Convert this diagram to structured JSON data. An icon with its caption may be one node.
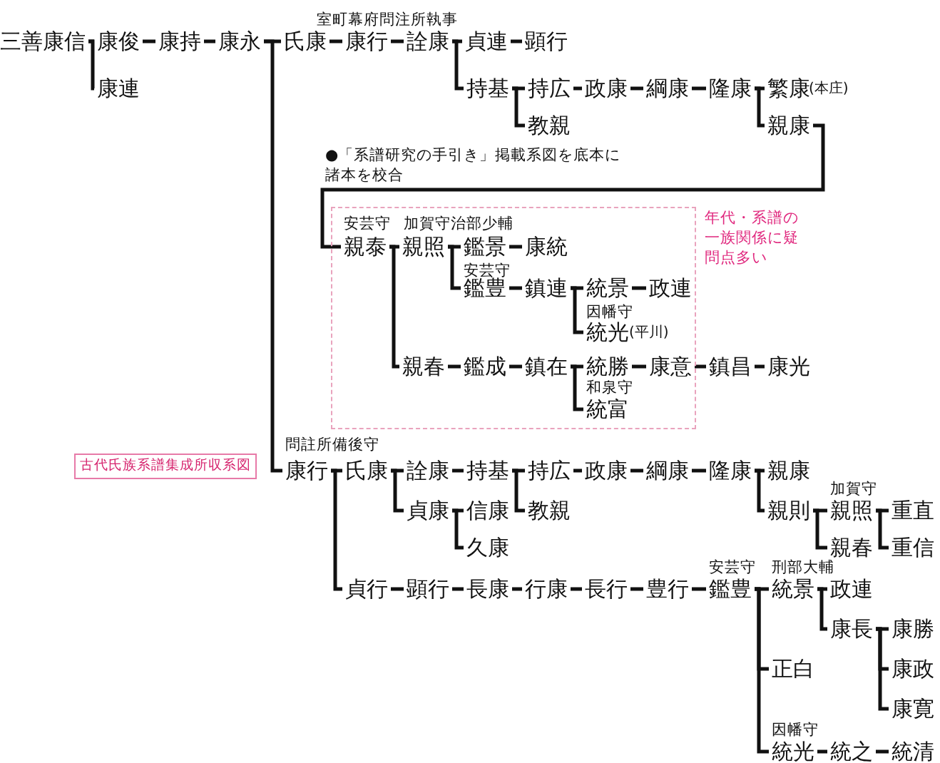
{
  "diagram": {
    "nodes": [
      {
        "text": [
          "三善康信"
        ]
      },
      {
        "text": [
          "康俊"
        ]
      },
      {
        "text": [
          "康連"
        ]
      },
      {
        "text": [
          "康持"
        ]
      },
      {
        "text": [
          "康永"
        ]
      },
      {
        "text": [
          "氏康"
        ]
      },
      {
        "text": [
          "康行"
        ],
        "beside": [
          "室町幕府問注所執事"
        ]
      },
      {
        "text": [
          "詮康"
        ]
      },
      {
        "text": [
          "貞連"
        ]
      },
      {
        "text": [
          "顕行"
        ]
      },
      {
        "text": [
          "持基"
        ]
      },
      {
        "text": [
          "持広"
        ]
      },
      {
        "text": [
          "教親"
        ]
      },
      {
        "text": [
          "政康"
        ]
      },
      {
        "text": [
          "綱康"
        ]
      },
      {
        "text": [
          "隆康"
        ]
      },
      {
        "text": [
          "繁康"
        ],
        "beside": [
          "(本庄)"
        ]
      },
      {
        "text": [
          "親康"
        ]
      },
      {
        "text": [
          "年代・系譜の一族関係に疑問点多い"
        ]
      },
      {
        "text": [
          "親泰"
        ],
        "in": 18,
        "beside": [
          "安芸守"
        ]
      },
      {
        "text": [
          "親照"
        ],
        "in": 18,
        "beside": [
          "加賀守治部少輔"
        ]
      },
      {
        "text": [
          "鑑景"
        ],
        "in": 18
      },
      {
        "text": [
          "康統"
        ],
        "in": 18
      },
      {
        "text": [
          "鑑豊"
        ],
        "in": 18,
        "beside": [
          "安芸守"
        ]
      },
      {
        "text": [
          "鎮連"
        ],
        "in": 18
      },
      {
        "text": [
          "統景"
        ],
        "in": 18
      },
      {
        "text": [
          "政連"
        ],
        "in": 18
      },
      {
        "text": [
          "統光"
        ],
        "in": 18,
        "beside": [
          "因幡守",
          "(平川)"
        ]
      },
      {
        "text": [
          "親春"
        ],
        "in": 18
      },
      {
        "text": [
          "鑑成"
        ],
        "in": 18
      },
      {
        "text": [
          "鎮在"
        ],
        "in": 18
      },
      {
        "text": [
          "統勝"
        ],
        "in": 18
      },
      {
        "text": [
          "康意"
        ],
        "in": 18
      },
      {
        "text": [
          "鎮昌"
        ]
      },
      {
        "text": [
          "康光"
        ]
      },
      {
        "text": [
          "統富"
        ],
        "in": 18,
        "beside": [
          "和泉守"
        ]
      },
      {
        "text": [
          "古代氏族系譜集成所収系図"
        ]
      },
      {
        "text": [
          "康行"
        ],
        "beside": [
          "問註所備後守"
        ]
      },
      {
        "text": [
          "氏康"
        ]
      },
      {
        "text": [
          "詮康"
        ]
      },
      {
        "text": [
          "持基"
        ]
      },
      {
        "text": [
          "持広"
        ]
      },
      {
        "text": [
          "政康"
        ]
      },
      {
        "text": [
          "綱康"
        ]
      },
      {
        "text": [
          "隆康"
        ]
      },
      {
        "text": [
          "親康"
        ]
      },
      {
        "text": [
          "貞康"
        ]
      },
      {
        "text": [
          "信康"
        ]
      },
      {
        "text": [
          "久康"
        ]
      },
      {
        "text": [
          "教親"
        ]
      },
      {
        "text": [
          "親則"
        ]
      },
      {
        "text": [
          "親照"
        ],
        "beside": [
          "加賀守"
        ]
      },
      {
        "text": [
          "重直"
        ]
      },
      {
        "text": [
          "親春"
        ]
      },
      {
        "text": [
          "重信"
        ]
      },
      {
        "text": [
          "貞行"
        ]
      },
      {
        "text": [
          "顕行"
        ]
      },
      {
        "text": [
          "長康"
        ]
      },
      {
        "text": [
          "行康"
        ]
      },
      {
        "text": [
          "長行"
        ]
      },
      {
        "text": [
          "豊行"
        ]
      },
      {
        "text": [
          "鑑豊"
        ],
        "beside": [
          "安芸守"
        ]
      },
      {
        "text": [
          "統景"
        ],
        "beside": [
          "刑部大輔"
        ]
      },
      {
        "text": [
          "政連"
        ]
      },
      {
        "text": [
          "康長"
        ]
      },
      {
        "text": [
          "康勝"
        ]
      },
      {
        "text": [
          "康政"
        ]
      },
      {
        "text": [
          "康寛"
        ]
      },
      {
        "text": [
          "正白"
        ]
      },
      {
        "text": [
          "統光"
        ],
        "beside": [
          "因幡守"
        ]
      },
      {
        "text": [
          "統之"
        ]
      },
      {
        "text": [
          "統清"
        ]
      }
    ],
    "edges": [
      {
        "from": 0,
        "to": 1,
        "arrow": "none"
      },
      {
        "from": 0,
        "to": 2,
        "arrow": "none"
      },
      {
        "from": 1,
        "to": 3,
        "arrow": "none"
      },
      {
        "from": 3,
        "to": 4,
        "arrow": "none"
      },
      {
        "from": 4,
        "to": 5,
        "arrow": "none"
      },
      {
        "from": 4,
        "to": 37,
        "arrow": "none"
      },
      {
        "from": 5,
        "to": 6,
        "arrow": "none"
      },
      {
        "from": 6,
        "to": 7,
        "arrow": "none"
      },
      {
        "from": 7,
        "to": 8,
        "arrow": "none"
      },
      {
        "from": 8,
        "to": 9,
        "arrow": "none"
      },
      {
        "from": 7,
        "to": 10,
        "arrow": "none"
      },
      {
        "from": 10,
        "to": 11,
        "arrow": "none"
      },
      {
        "from": 10,
        "to": 12,
        "arrow": "none"
      },
      {
        "from": 11,
        "to": 13,
        "arrow": "none"
      },
      {
        "from": 13,
        "to": 14,
        "arrow": "none"
      },
      {
        "from": 14,
        "to": 15,
        "arrow": "none"
      },
      {
        "from": 15,
        "to": 16,
        "arrow": "none"
      },
      {
        "from": 15,
        "to": 17,
        "arrow": "none"
      },
      {
        "from": 17,
        "to": 19,
        "arrow": "none"
      },
      {
        "from": 19,
        "to": 20,
        "arrow": "none"
      },
      {
        "from": 19,
        "to": 28,
        "arrow": "none"
      },
      {
        "from": 20,
        "to": 21,
        "arrow": "none"
      },
      {
        "from": 20,
        "to": 23,
        "arrow": "none"
      },
      {
        "from": 21,
        "to": 22,
        "arrow": "none"
      },
      {
        "from": 23,
        "to": 24,
        "arrow": "none"
      },
      {
        "from": 24,
        "to": 25,
        "arrow": "none"
      },
      {
        "from": 24,
        "to": 27,
        "arrow": "none"
      },
      {
        "from": 25,
        "to": 26,
        "arrow": "none"
      },
      {
        "from": 28,
        "to": 29,
        "arrow": "none"
      },
      {
        "from": 29,
        "to": 30,
        "arrow": "none"
      },
      {
        "from": 30,
        "to": 31,
        "arrow": "none"
      },
      {
        "from": 30,
        "to": 35,
        "arrow": "none"
      },
      {
        "from": 31,
        "to": 32,
        "arrow": "none"
      },
      {
        "from": 32,
        "to": 33,
        "arrow": "none"
      },
      {
        "from": 33,
        "to": 34,
        "arrow": "none"
      },
      {
        "from": 37,
        "to": 38,
        "arrow": "none"
      },
      {
        "from": 37,
        "to": 55,
        "arrow": "none"
      },
      {
        "from": 38,
        "to": 39,
        "arrow": "none"
      },
      {
        "from": 38,
        "to": 46,
        "arrow": "none"
      },
      {
        "from": 39,
        "to": 40,
        "arrow": "none"
      },
      {
        "from": 40,
        "to": 41,
        "arrow": "none"
      },
      {
        "from": 40,
        "to": 49,
        "arrow": "none"
      },
      {
        "from": 41,
        "to": 42,
        "arrow": "none"
      },
      {
        "from": 42,
        "to": 43,
        "arrow": "none"
      },
      {
        "from": 43,
        "to": 44,
        "arrow": "none"
      },
      {
        "from": 44,
        "to": 45,
        "arrow": "none"
      },
      {
        "from": 44,
        "to": 50,
        "arrow": "none"
      },
      {
        "from": 46,
        "to": 47,
        "arrow": "none"
      },
      {
        "from": 46,
        "to": 48,
        "arrow": "none"
      },
      {
        "from": 50,
        "to": 51,
        "arrow": "none"
      },
      {
        "from": 50,
        "to": 53,
        "arrow": "none"
      },
      {
        "from": 51,
        "to": 52,
        "arrow": "none"
      },
      {
        "from": 51,
        "to": 54,
        "arrow": "none"
      },
      {
        "from": 55,
        "to": 56,
        "arrow": "none"
      },
      {
        "from": 56,
        "to": 57,
        "arrow": "none"
      },
      {
        "from": 57,
        "to": 58,
        "arrow": "none"
      },
      {
        "from": 58,
        "to": 59,
        "arrow": "none"
      },
      {
        "from": 59,
        "to": 60,
        "arrow": "none"
      },
      {
        "from": 60,
        "to": 61,
        "arrow": "none"
      },
      {
        "from": 61,
        "to": 62,
        "arrow": "none"
      },
      {
        "from": 61,
        "to": 68,
        "arrow": "none"
      },
      {
        "from": 61,
        "to": 69,
        "arrow": "none"
      },
      {
        "from": 62,
        "to": 63,
        "arrow": "none"
      },
      {
        "from": 62,
        "to": 64,
        "arrow": "none"
      },
      {
        "from": 64,
        "to": 65,
        "arrow": "none"
      },
      {
        "from": 64,
        "to": 66,
        "arrow": "none"
      },
      {
        "from": 64,
        "to": 67,
        "arrow": "none"
      },
      {
        "from": 69,
        "to": 70,
        "arrow": "none"
      },
      {
        "from": 70,
        "to": 71,
        "arrow": "none"
      }
    ],
    "labels": [
      "●「系譜研究の手引き」掲載系図を底本に諸本を校合"
    ]
  }
}
